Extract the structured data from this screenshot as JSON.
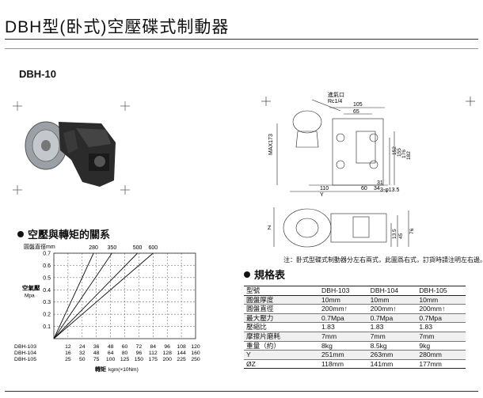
{
  "page": {
    "title": "DBH型(卧式)空壓碟式制動器",
    "model": "DBH-10"
  },
  "drawing": {
    "port_label": "進氣口",
    "port_thread": "Rc1/4",
    "dims": {
      "d105": "105",
      "d65": "65",
      "max173": "MAX173",
      "d152": "152",
      "d155": "155",
      "d176": "176",
      "d182": "182",
      "d31": "31",
      "d110": "110",
      "d60": "60",
      "d34": "34",
      "holes": "3-φ13.5",
      "z": "Z",
      "y": "Y",
      "d135": "13.5",
      "d45": "45",
      "d76": "76"
    },
    "note": "注：卧式型碟式制動器分左右兩式，此圖爲右式，訂貨時請注明左右邊。"
  },
  "chart_title": "空壓與轉矩的關系",
  "chart_data": {
    "type": "line",
    "title": "空壓與轉矩的關系",
    "ylabel": "空氣壓",
    "yunit": "Mpa",
    "xlabel": "轉矩",
    "xunit": "kgm(×10Nm)",
    "disc_label": "圓盤直徑mm",
    "ylim": [
      0,
      0.7
    ],
    "yticks": [
      "0.1",
      "0.2",
      "0.3",
      "0.4",
      "0.5",
      "0.6",
      "0.7"
    ],
    "xscales": [
      {
        "name": "DBH-103",
        "ticks": [
          "12",
          "24",
          "36",
          "48",
          "60",
          "72",
          "84",
          "96",
          "108",
          "120"
        ]
      },
      {
        "name": "DBH-104",
        "ticks": [
          "16",
          "32",
          "48",
          "64",
          "80",
          "96",
          "112",
          "128",
          "144",
          "160"
        ]
      },
      {
        "name": "DBH-105",
        "ticks": [
          "25",
          "50",
          "75",
          "100",
          "125",
          "150",
          "175",
          "200",
          "225",
          "250"
        ]
      }
    ],
    "series": [
      {
        "name": "280",
        "x_at_max": 2.8,
        "y_at_max": 0.7
      },
      {
        "name": "350",
        "x_at_max": 4.1,
        "y_at_max": 0.7
      },
      {
        "name": "500",
        "x_at_max": 5.9,
        "y_at_max": 0.7
      },
      {
        "name": "600",
        "x_at_max": 7.0,
        "y_at_max": 0.7
      }
    ],
    "grid": true
  },
  "spec": {
    "title": "規格表",
    "headers": [
      "型號",
      "DBH-103",
      "DBH-104",
      "DBH-105"
    ],
    "rows": [
      [
        "圓盤厚度",
        "10mm",
        "10mm",
        "10mm"
      ],
      [
        "圓盤直徑",
        "200mm↑",
        "200mm↑",
        "200mm↑"
      ],
      [
        "最大壓力",
        "0.7Mpa",
        "0.7Mpa",
        "0.7Mpa"
      ],
      [
        "壓縮比",
        "1.83",
        "1.83",
        "1.83"
      ],
      [
        "摩擦片磨耗",
        "7mm",
        "7mm",
        "7mm"
      ],
      [
        "重量（約）",
        "8kg",
        "8.5kg",
        "9kg"
      ],
      [
        "Y",
        "251mm",
        "263mm",
        "280mm"
      ],
      [
        "ØZ",
        "118mm",
        "141mm",
        "177mm"
      ]
    ]
  },
  "colors": {
    "ink": "#111111",
    "photo_body": "#2b2b2b",
    "photo_disc": "#9aa0a6"
  }
}
